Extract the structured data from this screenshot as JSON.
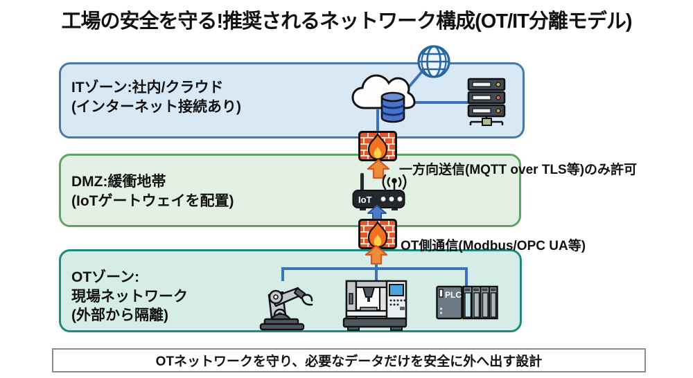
{
  "title": "工場の安全を守る!推奨されるネットワーク構成(OT/IT分離モデル)",
  "zones": {
    "it": {
      "line1": "ITゾーン:社内/クラウド",
      "line2": "(インターネット接続あり)",
      "fill": "#d9e8f5",
      "border": "#4679ab"
    },
    "dmz": {
      "line1": "DMZ:緩衝地帯",
      "line2": "(IoTゲートウェイを配置)",
      "fill": "#e3f0e4",
      "border": "#5ca662"
    },
    "ot": {
      "line1": "OTゾーン:",
      "line2": "現場ネットワーク",
      "line3": "(外部から隔離)",
      "fill": "#d6ece7",
      "border": "#1f8a7a"
    }
  },
  "annotations": {
    "mqtt": "一方向送信(MQTT over TLS等)のみ許可",
    "modbus": "OT側通信(Modbus/OPC UA等)"
  },
  "footer": "OTネットワークを守り、必要なデータだけを安全に外へ出す設計",
  "icons": {
    "globe": "internet-globe",
    "cloud": "cloud",
    "database": "database-cylinder",
    "server": "server-rack",
    "firewall_upper": "firewall-brick-flame",
    "firewall_lower": "firewall-brick-flame",
    "router": "iot-gateway-router",
    "router_label": "IoT",
    "wifi": "wifi-signal",
    "robot": "robot-arm",
    "cnc": "cnc-machine",
    "plc": "plc-controller",
    "plc_label": "PLC"
  },
  "colors": {
    "connector_blue": "#3b74b4",
    "firewall_brick": "#e2572e",
    "flame_orange": "#f2701e",
    "flame_yellow": "#fcd34d",
    "arrow_orange": "#ef8b3d",
    "arrow_blue": "#4d7cc9"
  }
}
